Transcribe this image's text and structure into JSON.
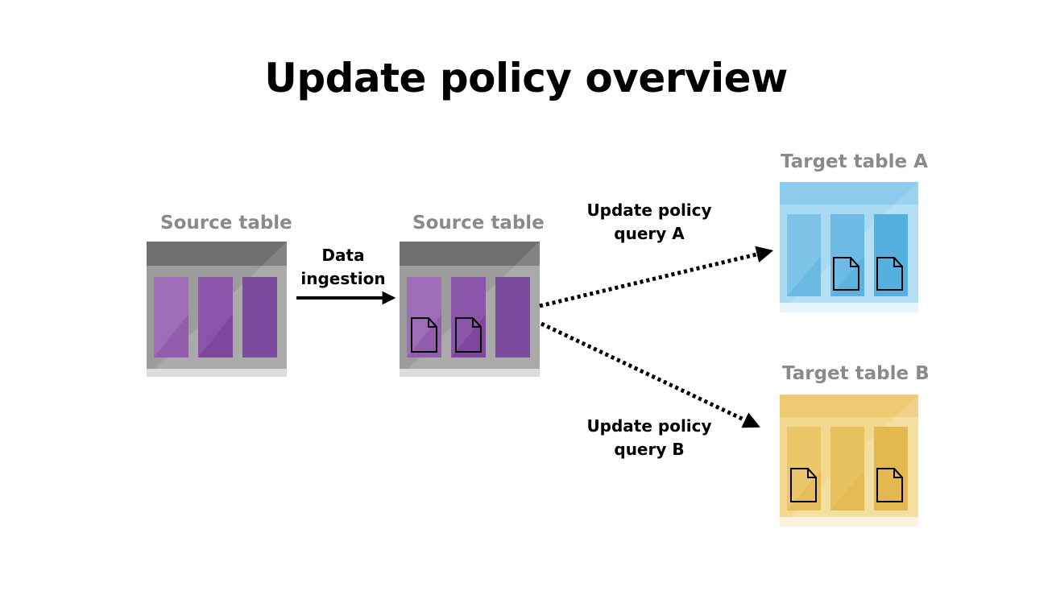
{
  "title": "Update policy overview",
  "source_table_1": {
    "label": "Source table"
  },
  "source_table_2": {
    "label": "Source table"
  },
  "target_a": {
    "label": "Target table A"
  },
  "target_b": {
    "label": "Target table B"
  },
  "data_ingestion": {
    "line1": "Data",
    "line2": "ingestion"
  },
  "query_a": {
    "line1": "Update policy",
    "line2": "query A"
  },
  "query_b": {
    "line1": "Update policy",
    "line2": "query B"
  },
  "colors": {
    "source_purple": "#7c4a9c",
    "target_a_blue": "#5bb5e0",
    "target_b_yellow": "#e6b94f",
    "frame_gray": "#9a9a9a"
  }
}
